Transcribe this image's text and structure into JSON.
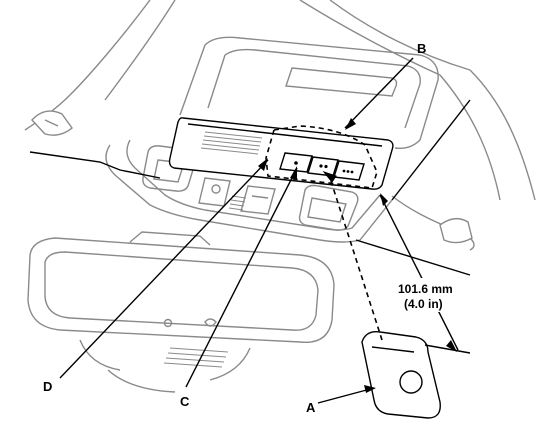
{
  "callouts": {
    "a": "A",
    "b": "B",
    "c": "C",
    "d": "D"
  },
  "dimension": {
    "metric": "101.6 mm",
    "imperial": "(4.0 in)"
  },
  "colors": {
    "outline": "#000000",
    "background_lines": "#8a8a8a"
  }
}
